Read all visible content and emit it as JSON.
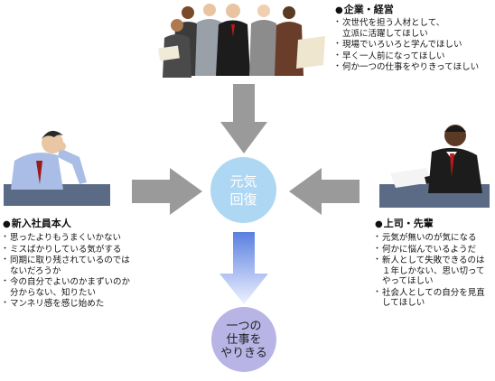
{
  "executives": {
    "title": "企業・経営",
    "items": [
      "次世代を担う人材として、\n立派に活躍してほしい",
      "現場でいろいろと学んでほしい",
      "早く一人前になってほしい",
      "何か一つの仕事をやりきってほしい"
    ]
  },
  "new_employee": {
    "title": "新入社員本人",
    "items": [
      "思ったよりもうまくいかない",
      "ミスばかりしている気がする",
      "同期に取り残されているのでは\nないだろうか",
      "今の自分でよいのかまずいのか\n分からない、知りたい",
      "マンネリ感を感じ始めた"
    ]
  },
  "supervisor": {
    "title": "上司・先輩",
    "items": [
      "元気が無いのが気になる",
      "何かに悩んでいるようだ",
      "新人として失敗できるのは\n１年しかない、思い切って\nやってほしい",
      "社会人としての自分を見直\nしてほしい"
    ]
  },
  "center_circle": {
    "label": "元気\n回復"
  },
  "goal_circle": {
    "label": "一つの\n仕事を\nやりきる"
  },
  "colors": {
    "arrow_gray": "#9a9a9a",
    "arrow_blue_top": "#5b7fe0",
    "arrow_blue_bottom": "#eef2ff",
    "circle_top": "#aed7f3",
    "circle_bottom": "#b8b5e6"
  }
}
